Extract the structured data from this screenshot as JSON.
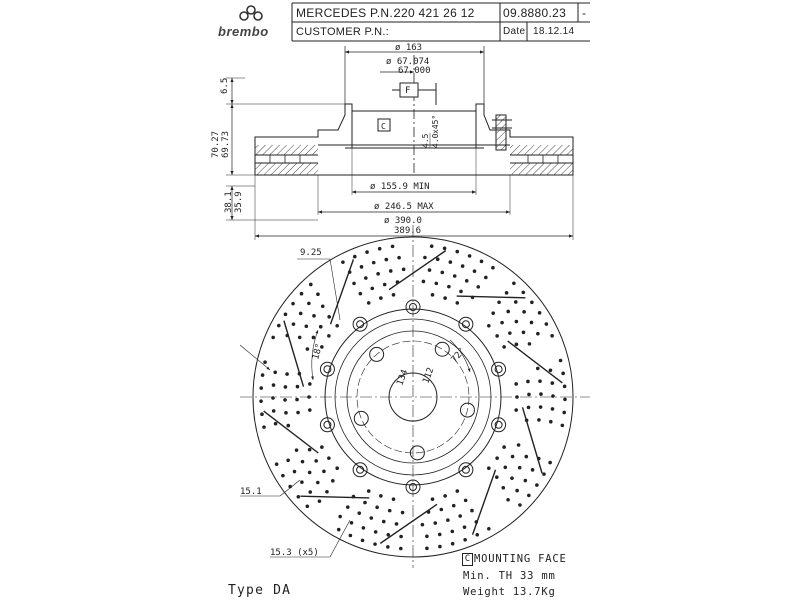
{
  "title_block": {
    "logo_text": "brembo",
    "mercedes_label": "MERCEDES P.N.:",
    "mercedes_pn": "220 421 26 12",
    "part_no": "09.8880.23",
    "part_suffix": "-",
    "customer_label": "CUSTOMER P.N.:",
    "customer_pn": "",
    "date_label": "Date",
    "date": "18.12.14"
  },
  "dims": {
    "d163": "ø 163",
    "d67074": "ø 67.074",
    "d67000": "67.000",
    "f_box": "F",
    "c_box": "C",
    "d65": "6.5",
    "d7027": "70.27",
    "d6973": "69.73",
    "d381": "38.1",
    "d359": "35.9",
    "d45a": "4.5",
    "d45b": "4.0",
    "chamfer": "x45°",
    "d1559": "ø 155.9 MIN",
    "d2465": "ø 246.5 MAX",
    "d3900": "ø 390.0",
    "d3896": "389.6",
    "d925": "9.25",
    "d18": "18°",
    "d72": "72°",
    "d134": "134",
    "d112": "112",
    "d151": "15.1",
    "d153": "15.3 (x5)"
  },
  "notes": {
    "mounting_c": "C",
    "mounting": "MOUNTING FACE",
    "min_th": "Min. TH 33 mm",
    "weight": "Weight 13.7Kg",
    "type": "Type DA"
  },
  "colors": {
    "line": "#222222",
    "paper": "#ffffff"
  }
}
